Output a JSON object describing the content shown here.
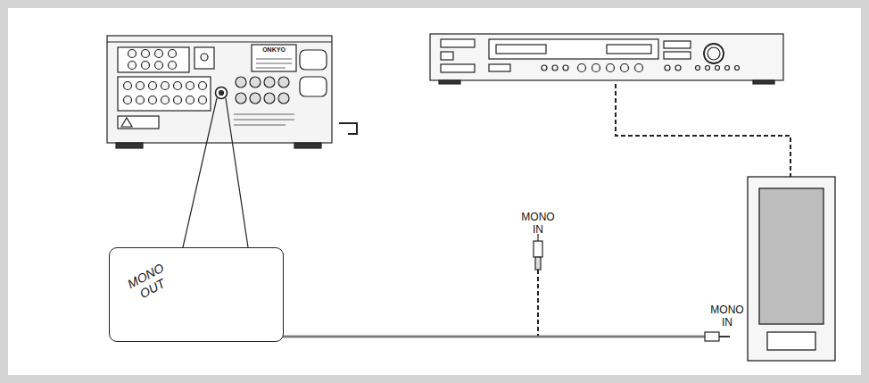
{
  "diagram": {
    "nodes": [
      {
        "text": [
          "MONO OUT"
        ]
      }
    ],
    "labels": [
      "ONKYO",
      "MONO IN",
      "MONO IN"
    ]
  }
}
